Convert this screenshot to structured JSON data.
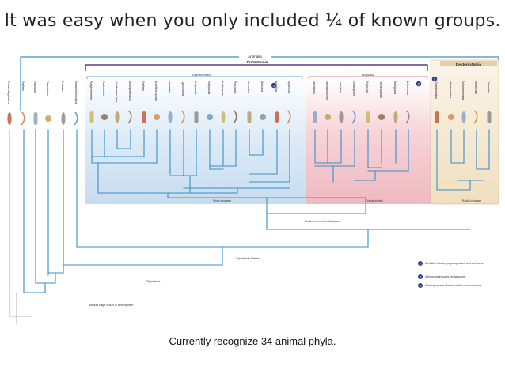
{
  "slide": {
    "title": "It was easy when you only included ¼ of known groups.",
    "caption": "Currently recognize 34 animal phyla."
  },
  "tree": {
    "animalia": "Animalia",
    "protostomia": "Protostomia",
    "deuterostomia": "Deuterostomia",
    "lophotrochozoa": "Lophotrochozoa",
    "ecdysozoa": "Ecdysozoa",
    "taxa": [
      "Choanoflagellates",
      "Porifera",
      "Placozoa",
      "Ctenophora",
      "Cnidaria",
      "Xenacoelomorpha",
      "Platyhelminthes",
      "Gastrotricha",
      "Gnathostomulida",
      "Micrognathozoa",
      "Rotifera",
      "Acanthocephala",
      "Nemertea",
      "Cycliophora",
      "Entoprocta",
      "Ectoprocta",
      "Brachiopoda",
      "Phoronida",
      "Nemertea",
      "Mollusca",
      "Annelida",
      "Sipuncula",
      "Nematoda",
      "Nematomorpha",
      "Loricifera",
      "Kinorhyncha",
      "Priapulida",
      "Onychophora",
      "Tardigrada",
      "Arthropoda",
      "Chaetognatha",
      "Hemichordata",
      "Echinodermata",
      "Vertebrata",
      "Chordata"
    ],
    "markers": [
      "1",
      "2",
      "3"
    ],
    "nodes": {
      "spiral": "Spiral cleavage",
      "cuticle": "Cuticle molted",
      "radial": "Radial cleavage",
      "mouth": "Mouth formed from blastopore",
      "triploblastic": "Triploblastic Bilateria",
      "diploblastic": "Diploblastic",
      "blastula": "Blastula stage occurs in development"
    },
    "legend": [
      {
        "num": "1",
        "text": "Annelida includes pogonophorans and echiurans"
      },
      {
        "num": "2",
        "text": "Arthropoda includes pentastomids"
      },
      {
        "num": "3",
        "text": "Chaetognatha is discussed with deuterostomes"
      }
    ]
  },
  "colors": {
    "tree_line": "#3a8fc8",
    "root_line": "#b8b8b8",
    "lopho_band": "#dceaf6",
    "ecdy_band": "#f3c6cc",
    "deut_band": "#f1e3c8",
    "proto_bar": "#5b3d86",
    "marker_fill": "#2e3f8f"
  }
}
